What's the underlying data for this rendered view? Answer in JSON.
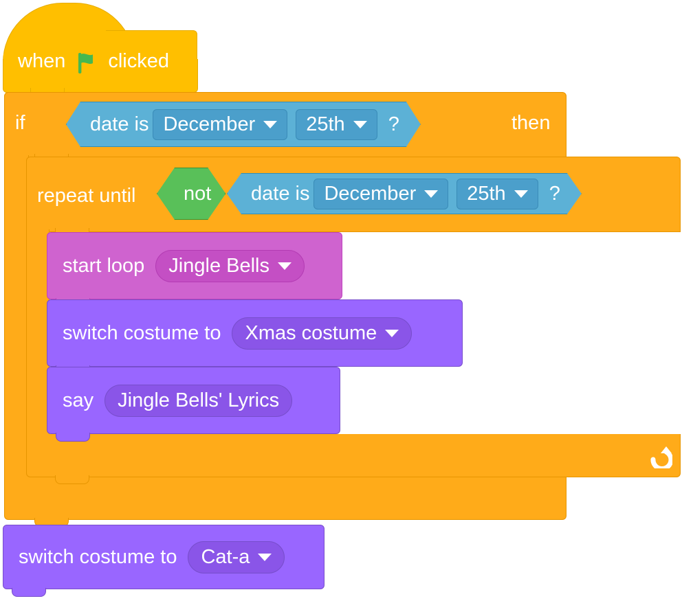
{
  "palette": {
    "events_yellow": "#ffbf00",
    "control_orange": "#ffab19",
    "sensing_blue": "#5cb1d6",
    "operators_green": "#59c059",
    "music_magenta": "#cf63cf",
    "looks_purple": "#9966ff",
    "text_orange": "#ef8022",
    "flag_green": "#45b850",
    "label_white": "#ffffff"
  },
  "script": {
    "hat": {
      "word_before": "when",
      "icon": "green-flag-icon",
      "word_after": "clicked"
    },
    "if_block": {
      "keyword": "if",
      "then": "then",
      "condition": {
        "type": "date-is-boolean",
        "label": "date is",
        "month": "December",
        "day": "25th",
        "question": "?"
      }
    },
    "repeat_until_block": {
      "keyword": "repeat until",
      "loop_icon": "loop-arrow-icon",
      "condition": {
        "type": "not-operator",
        "label": "not",
        "inner": {
          "type": "date-is-boolean",
          "label": "date is",
          "month": "December",
          "day": "25th",
          "question": "?"
        }
      }
    },
    "body": [
      {
        "name": "start-loop-block",
        "category": "music",
        "label": "start loop",
        "field": "Jingle Bells",
        "field_type": "dropdown"
      },
      {
        "name": "switch-costume-block",
        "category": "looks",
        "label": "switch costume to",
        "field": "Xmas costume",
        "field_type": "dropdown"
      },
      {
        "name": "say-block",
        "category": "looks",
        "label": "say",
        "field": "Jingle Bells' Lyrics",
        "field_type": "text"
      }
    ],
    "after_if": {
      "name": "switch-costume-block",
      "category": "looks",
      "label": "switch costume to",
      "field": "Cat-a",
      "field_type": "dropdown"
    }
  }
}
